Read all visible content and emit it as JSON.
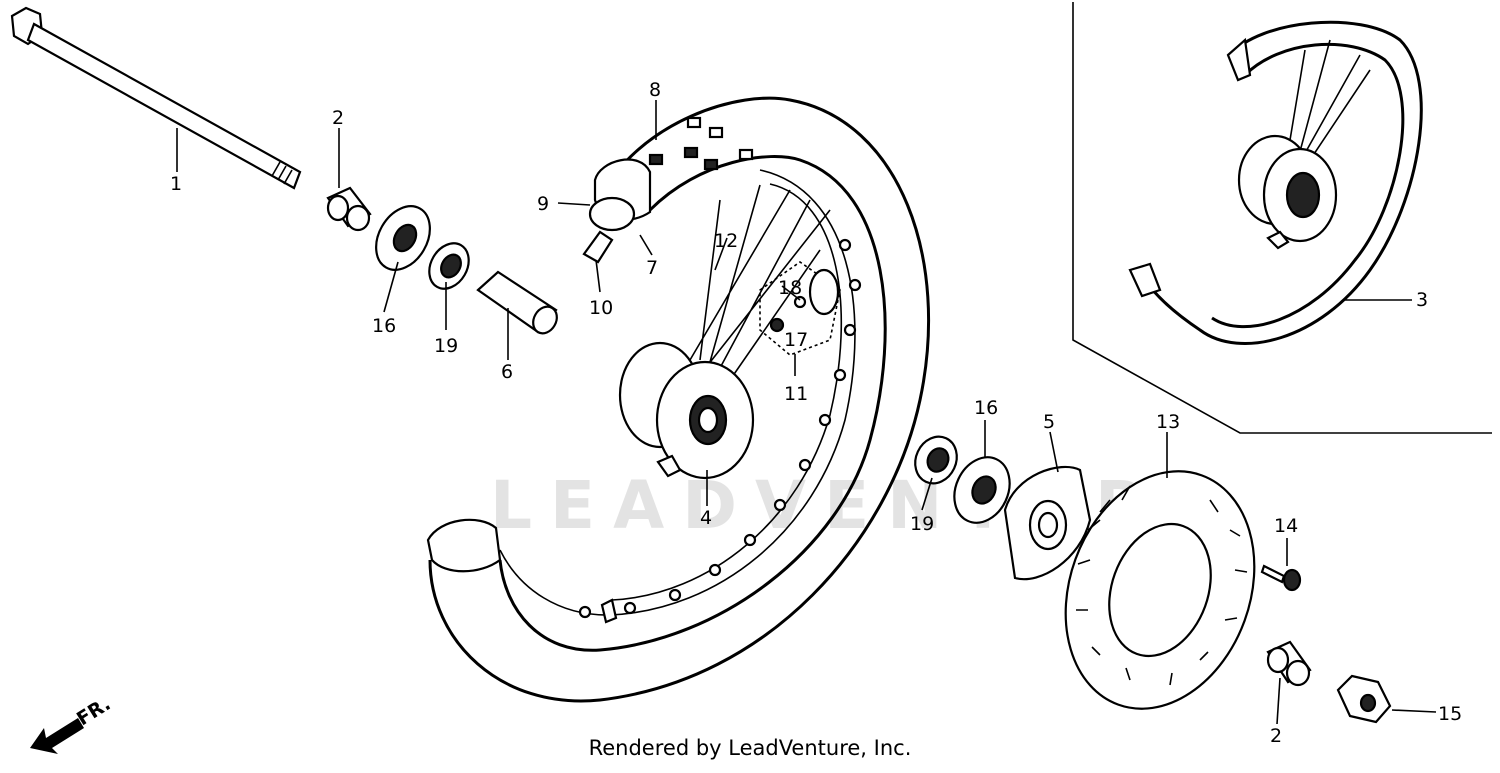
{
  "watermark": "LEADVENTURE",
  "footer": "Rendered by LeadVenture, Inc.",
  "front_marker": "FR.",
  "callouts": {
    "c1": "1",
    "c2a": "2",
    "c2b": "2",
    "c3": "3",
    "c4": "4",
    "c5": "5",
    "c6": "6",
    "c7": "7",
    "c8": "8",
    "c9": "9",
    "c10": "10",
    "c11": "11",
    "c12": "12",
    "c13": "13",
    "c14": "14",
    "c15": "15",
    "c16a": "16",
    "c16b": "16",
    "c17": "17",
    "c18": "18",
    "c19a": "19",
    "c19b": "19"
  }
}
